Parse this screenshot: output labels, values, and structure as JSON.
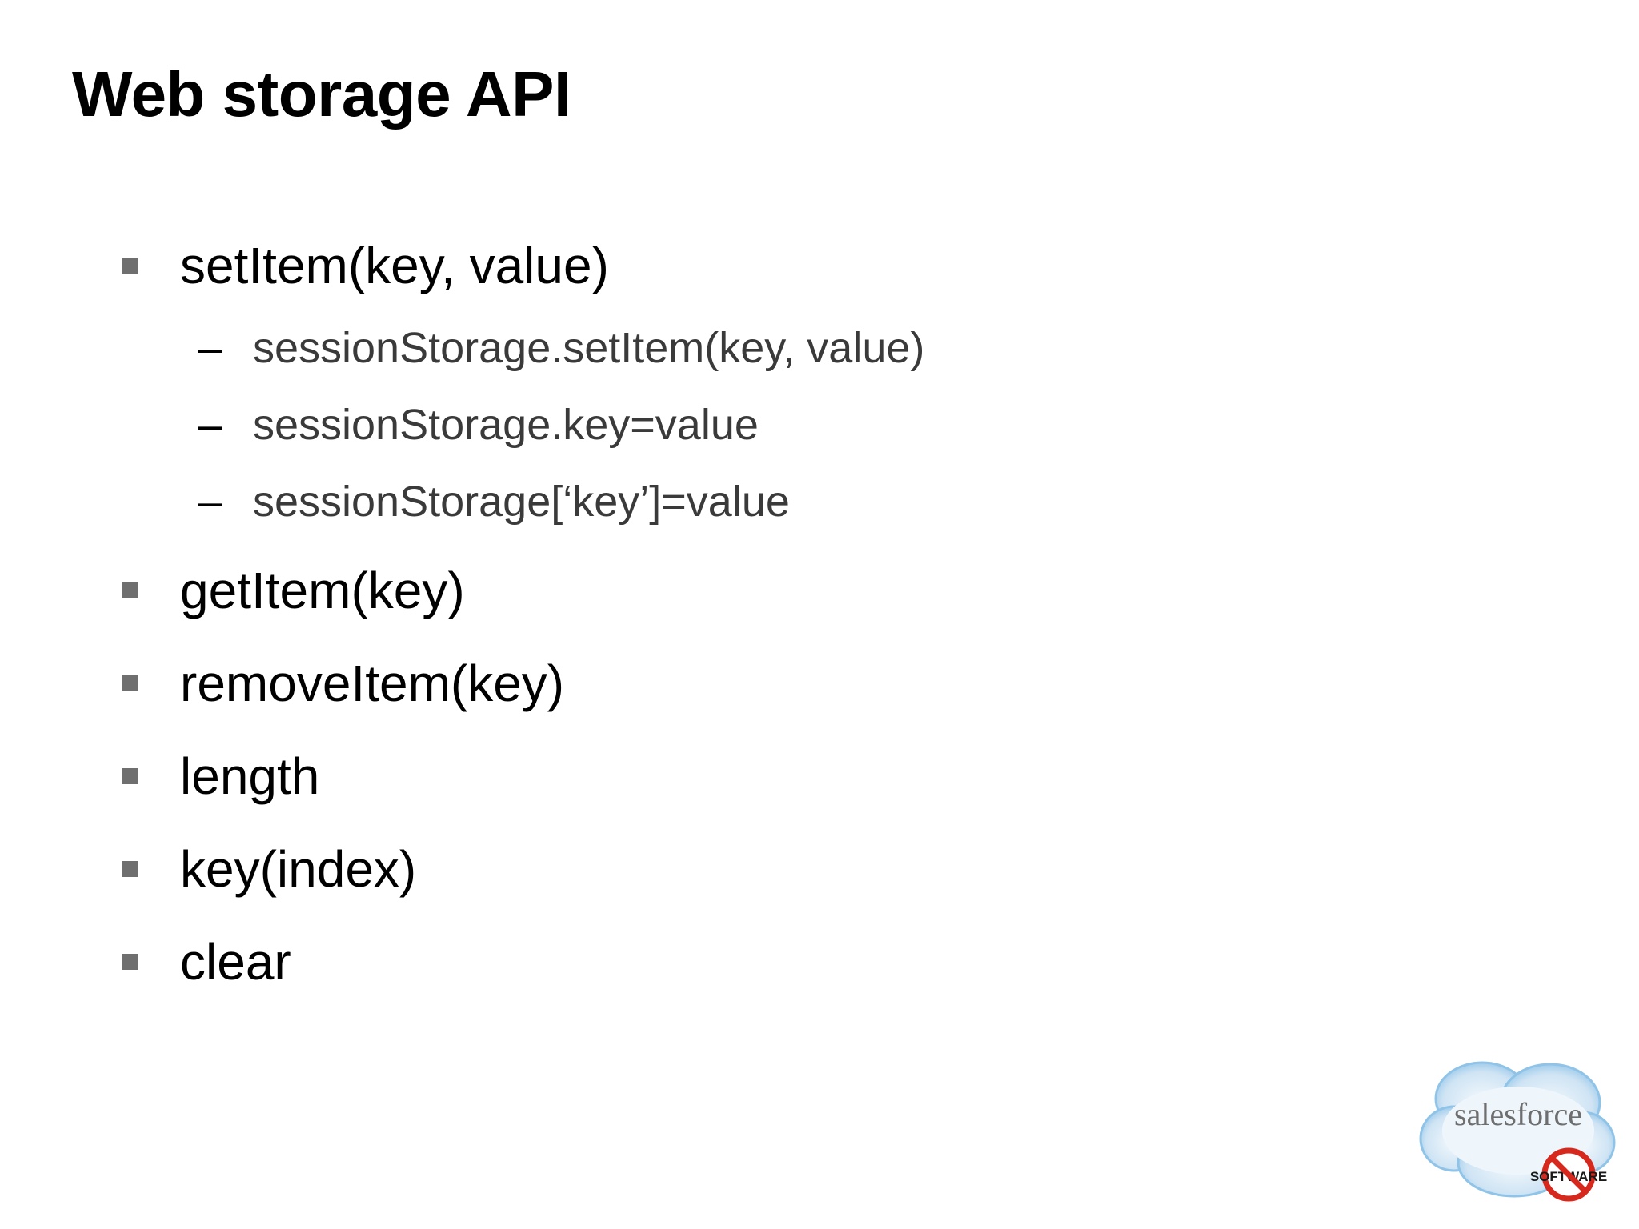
{
  "slide": {
    "title": "Web storage API",
    "items": [
      {
        "label": "setItem(key, value)",
        "subitems": [
          "sessionStorage.setItem(key, value)",
          "sessionStorage.key=value",
          "sessionStorage[‘key’]=value"
        ]
      },
      {
        "label": "getItem(key)"
      },
      {
        "label": "removeItem(key)"
      },
      {
        "label": "length"
      },
      {
        "label": "key(index)"
      },
      {
        "label": "clear"
      }
    ],
    "logo": {
      "brand": "salesforce",
      "badge": "SOFTWARE",
      "cloud_color": "#8fc3e8",
      "badge_color": "#d6281d"
    }
  }
}
